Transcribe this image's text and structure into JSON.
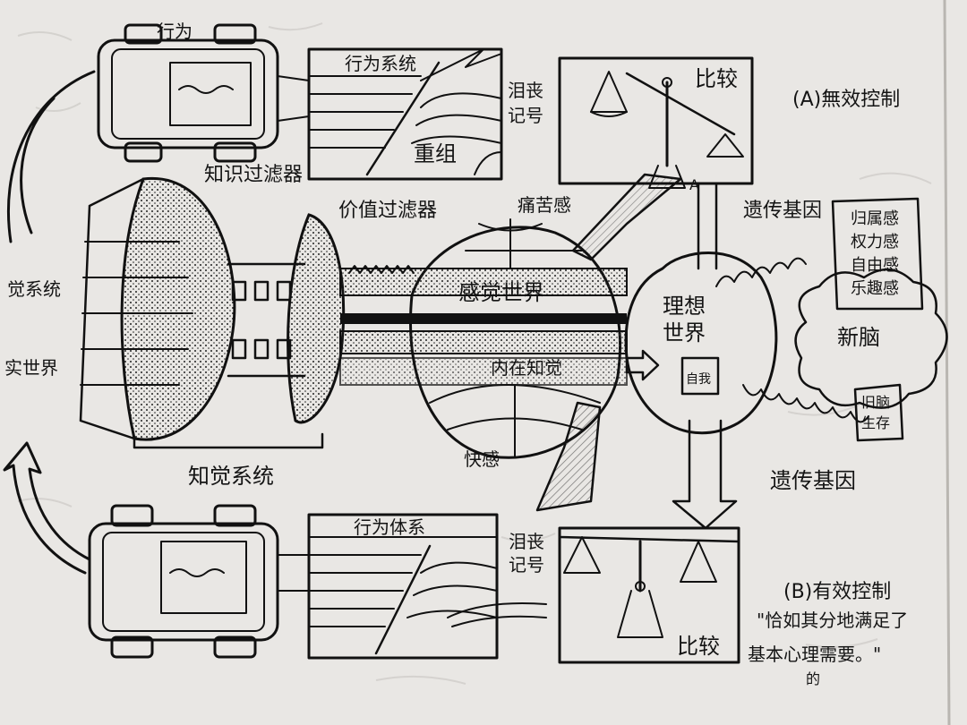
{
  "labels": {
    "top_behavior": "行为",
    "behavior_system_top": "行为系统",
    "reorganize": "重组",
    "memory_top_1": "泪丧",
    "memory_top_2": "记号",
    "compare_top": "比较",
    "title_a": "(A)無效控制",
    "knowledge_filter": "知识过滤器",
    "value_filter": "价值过滤器",
    "pain": "痛苦感",
    "gene_top": "遗传基因",
    "a_marker": "A",
    "needs_1": "归属感",
    "needs_2": "权力感",
    "needs_3": "自由感",
    "needs_4": "乐趣感",
    "perception_system_left": "觉系统",
    "real_world_left": "实世界",
    "sensory_world": "感觉世界",
    "ideal_world_1": "理想",
    "ideal_world_2": "世界",
    "self_box": "自我",
    "inner_knowledge": "内在知觉",
    "new_brain": "新脑",
    "old_brain_1": "旧脑",
    "old_brain_2": "生存",
    "pleasure": "快感",
    "perception_system_bottom": "知觉系统",
    "gene_bottom": "遗传基因",
    "behavior_system_bottom": "行为体系",
    "memory_bottom_1": "泪丧",
    "memory_bottom_2": "记号",
    "compare_bottom": "比较",
    "title_b": "(B)有效控制",
    "quote_1": "\"恰如其分地满足了",
    "quote_2": "基本心理需要。\"",
    "quote_3": "的"
  },
  "colors": {
    "ink": "#111111",
    "paper": "#e9e7e4",
    "faint": "#c9c6c2"
  }
}
